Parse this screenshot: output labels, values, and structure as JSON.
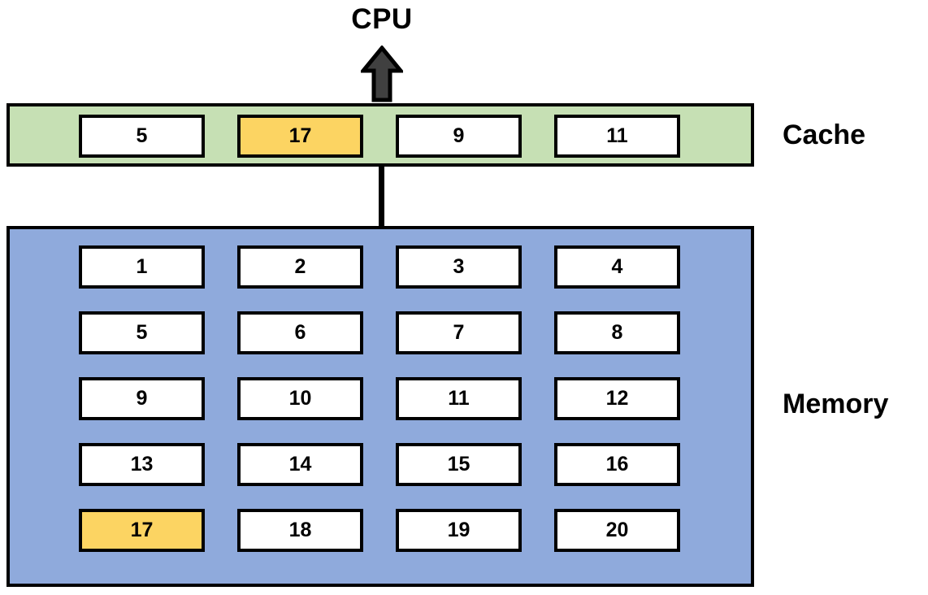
{
  "diagram": {
    "title_cpu": "CPU",
    "arrow_icon": "arrow-up-icon",
    "connector_icon": "connector-line",
    "colors": {
      "cache_fill": "#c6e0b4",
      "memory_fill": "#8faadc",
      "highlight_fill": "#fcd462",
      "cell_fill": "#ffffff",
      "outline": "#000000",
      "arrow_fill": "#404040"
    }
  },
  "cache": {
    "label": "Cache",
    "cells": [
      {
        "value": "5",
        "highlighted": false
      },
      {
        "value": "17",
        "highlighted": true
      },
      {
        "value": "9",
        "highlighted": false
      },
      {
        "value": "11",
        "highlighted": false
      }
    ]
  },
  "memory": {
    "label": "Memory",
    "rows": [
      [
        {
          "value": "1",
          "highlighted": false
        },
        {
          "value": "2",
          "highlighted": false
        },
        {
          "value": "3",
          "highlighted": false
        },
        {
          "value": "4",
          "highlighted": false
        }
      ],
      [
        {
          "value": "5",
          "highlighted": false
        },
        {
          "value": "6",
          "highlighted": false
        },
        {
          "value": "7",
          "highlighted": false
        },
        {
          "value": "8",
          "highlighted": false
        }
      ],
      [
        {
          "value": "9",
          "highlighted": false
        },
        {
          "value": "10",
          "highlighted": false
        },
        {
          "value": "11",
          "highlighted": false
        },
        {
          "value": "12",
          "highlighted": false
        }
      ],
      [
        {
          "value": "13",
          "highlighted": false
        },
        {
          "value": "14",
          "highlighted": false
        },
        {
          "value": "15",
          "highlighted": false
        },
        {
          "value": "16",
          "highlighted": false
        }
      ],
      [
        {
          "value": "17",
          "highlighted": true
        },
        {
          "value": "18",
          "highlighted": false
        },
        {
          "value": "19",
          "highlighted": false
        },
        {
          "value": "20",
          "highlighted": false
        }
      ]
    ]
  }
}
